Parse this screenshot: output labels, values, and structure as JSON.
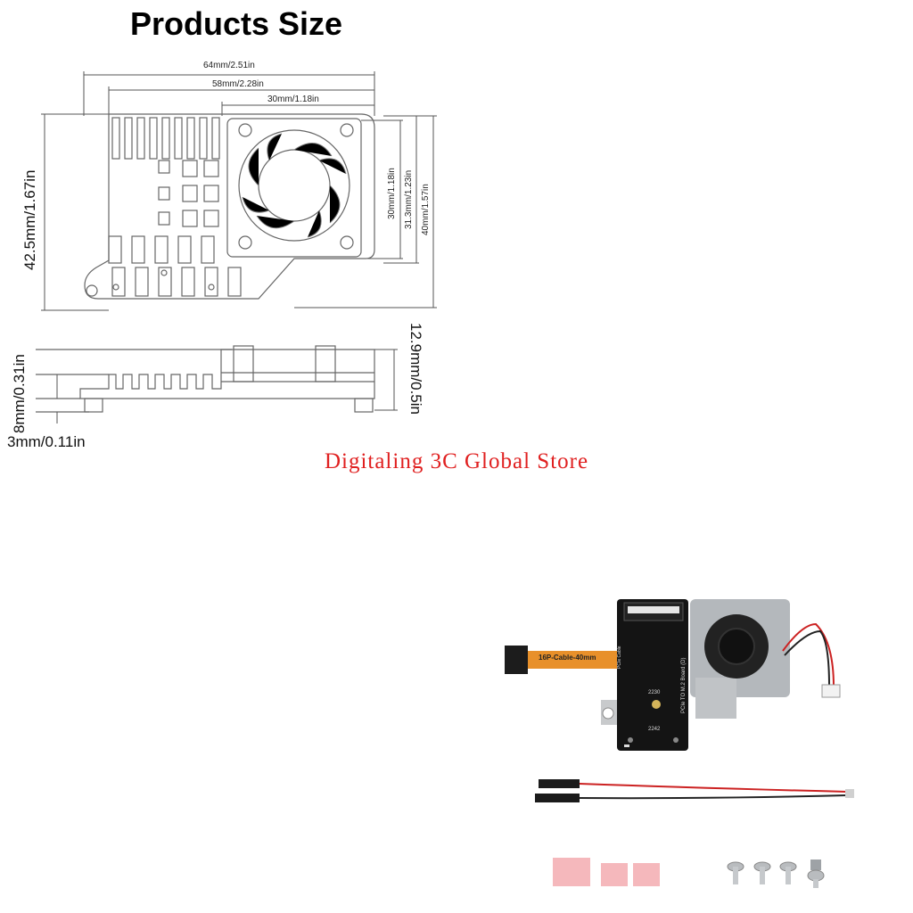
{
  "title": "Products Size",
  "top_view": {
    "width_overall": "64mm/2.51in",
    "width_body": "58mm/2.28in",
    "width_fan": "30mm/1.18in",
    "height_overall_left": "42.5mm/1.67in",
    "height_fan": "30mm/1.18in",
    "height_fan_mount": "31.3mm/1.23in",
    "height_overall_right": "40mm/1.57in"
  },
  "side_view": {
    "fin_height": "8mm/0.31in",
    "base_height": "3mm/0.11in",
    "total_height": "12.9mm/0.5in"
  },
  "store_name": "Digitaling 3C Global Store",
  "board": {
    "cable_label": "16P-Cable-40mm",
    "pcb_label": "PCIe TO M.2 Board (D)",
    "slot_2230": "2230",
    "slot_2242": "2242",
    "pcie_small_label": "PCIe Cable"
  },
  "colors": {
    "accent_store": "#e02020",
    "line": "#555555",
    "pcb": "#141414",
    "cable": "#e8902a",
    "thermal_pad": "#f5b8bc"
  }
}
